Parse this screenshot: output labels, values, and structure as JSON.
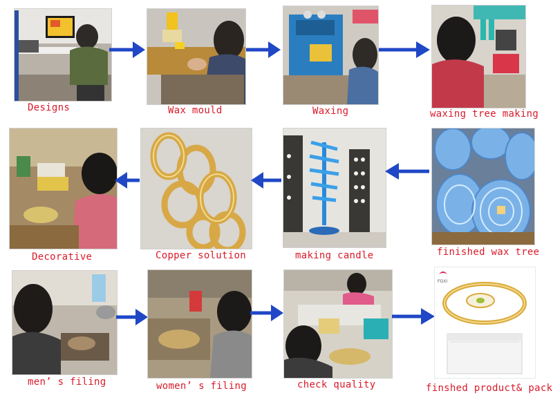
{
  "accent_color": "#d91a2a",
  "arrow_color": "#1f47c6",
  "steps": [
    {
      "label": "Designs",
      "image": "man at computer designing jewelry"
    },
    {
      "label": "Wax mould",
      "image": "worker injecting wax into mould"
    },
    {
      "label": "Waxing",
      "image": "worker at wax injection machine"
    },
    {
      "label": "waxing tree making",
      "image": "worker assembling wax tree"
    },
    {
      "label": "finished wax tree",
      "image": "blue wax trees on table"
    },
    {
      "label": "making candle",
      "image": "wax tree placed in flask"
    },
    {
      "label": "Copper solution",
      "image": "cast copper rings on tree"
    },
    {
      "label": "Decorative",
      "image": "worker decorating jewelry"
    },
    {
      "label": "men’ s filing",
      "image": "man filing jewelry at bench"
    },
    {
      "label": "women’ s filing",
      "image": "woman filing jewelry at bench"
    },
    {
      "label": "check quality",
      "image": "workers checking quality"
    },
    {
      "label": "finshed product& pack",
      "image": "gold bangle and plastic pack"
    }
  ],
  "brand_mark": "FOXI"
}
